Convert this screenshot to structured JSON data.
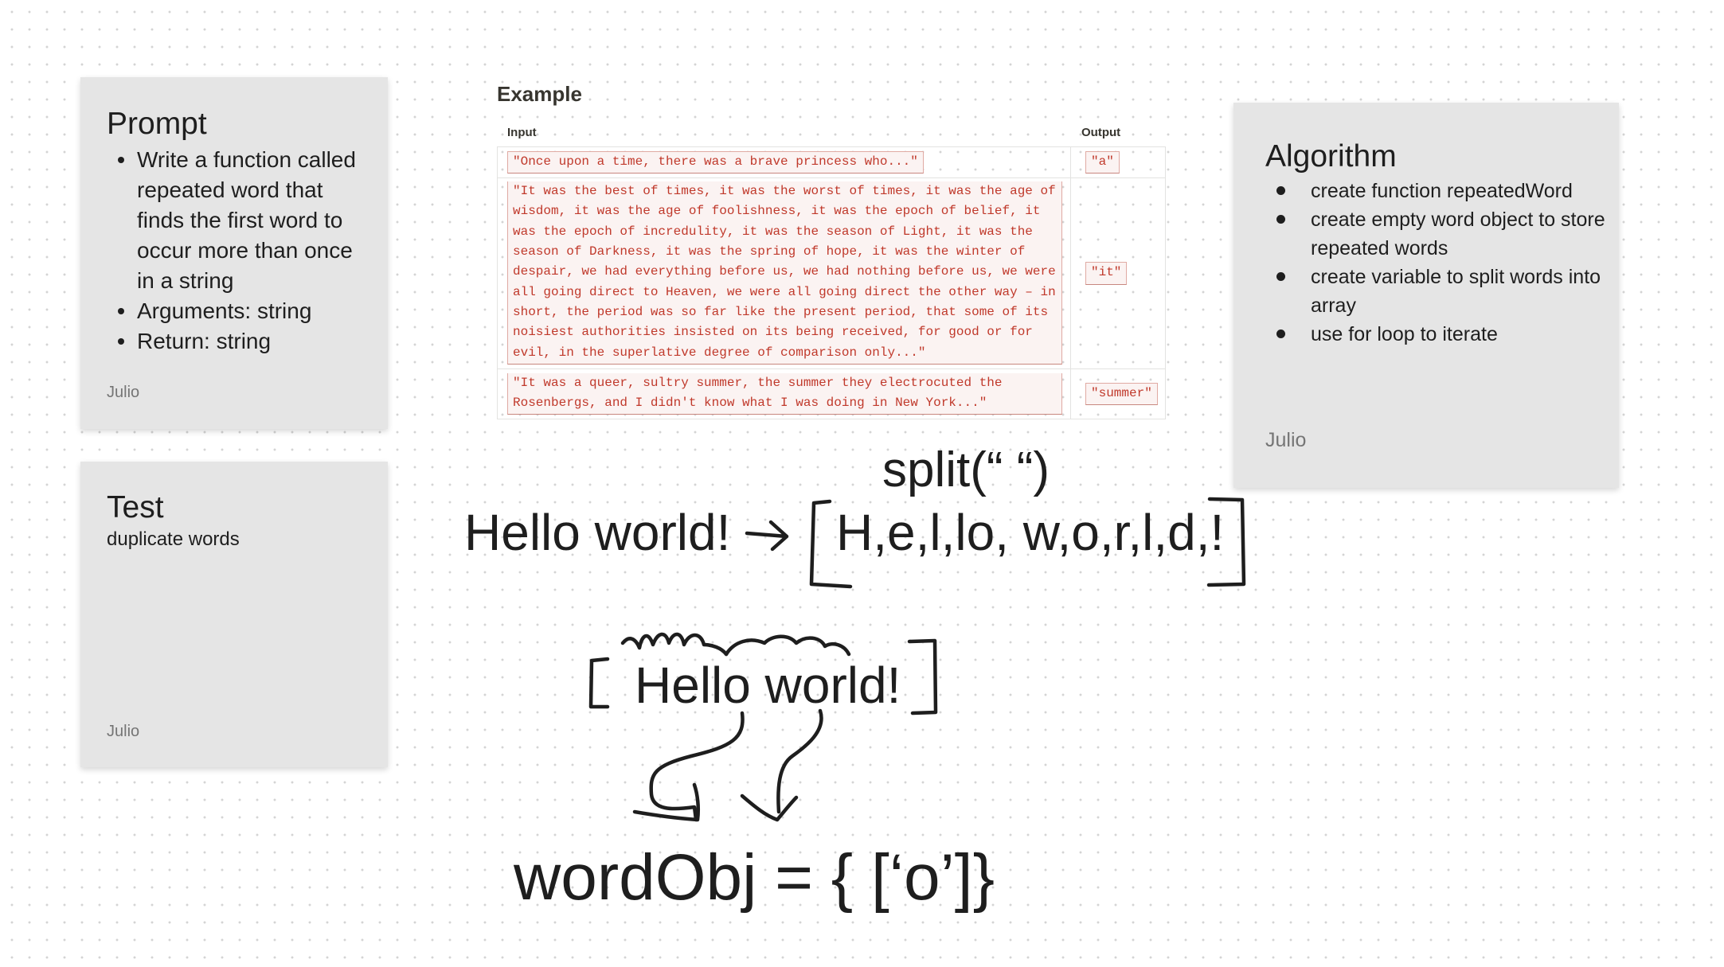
{
  "prompt_card": {
    "title": "Prompt",
    "items": [
      "Write a function called repeated word that finds the first word to occur more than once in a string",
      "Arguments: string",
      "Return: string"
    ],
    "author": "Julio"
  },
  "test_card": {
    "title": "Test",
    "subtitle": "duplicate words",
    "author": "Julio"
  },
  "algorithm_card": {
    "title": "Algorithm",
    "items": [
      "create function repeatedWord",
      "create empty word object to store repeated words",
      "create variable to split words into array",
      "use for loop to iterate"
    ],
    "author": "Julio"
  },
  "example": {
    "title": "Example",
    "headers": {
      "input": "Input",
      "output": "Output"
    },
    "rows": [
      {
        "input": "\"Once upon a time, there was a brave princess who...\"",
        "output": "\"a\""
      },
      {
        "input": "\"It was the best of times, it was the worst of times, it was the age of wisdom, it was the age of foolishness, it was the epoch of belief, it was the epoch of incredulity, it was the season of Light, it was the season of Darkness, it was the spring of hope, it was the winter of despair, we had everything before us, we had nothing before us, we were all going direct to Heaven, we were all going direct the other way – in short, the period was so far like the present period, that some of its noisiest authorities insisted on its being received, for good or for evil, in the superlative degree of comparison only...\"",
        "output": "\"it\""
      },
      {
        "input": "\"It was a queer, sultry summer, the summer they electrocuted the Rosenbergs, and I didn't know what I was doing in New York...\"",
        "output": "\"summer\""
      }
    ]
  },
  "whiteboard": {
    "split_label": "split(“ “)",
    "hello_label": "Hello world!",
    "array_label": "H,e,l,lo, w,o,r,l,d,!",
    "hello_array_label": "Hello world!",
    "word_obj_label": "wordObj = { [‘o’]}"
  },
  "colors": {
    "canvas": "#ffffff",
    "sticky_note": "#e5e5e5",
    "ink": "#1e1e1e",
    "code_text": "#c0392b",
    "author_text": "#757575"
  }
}
